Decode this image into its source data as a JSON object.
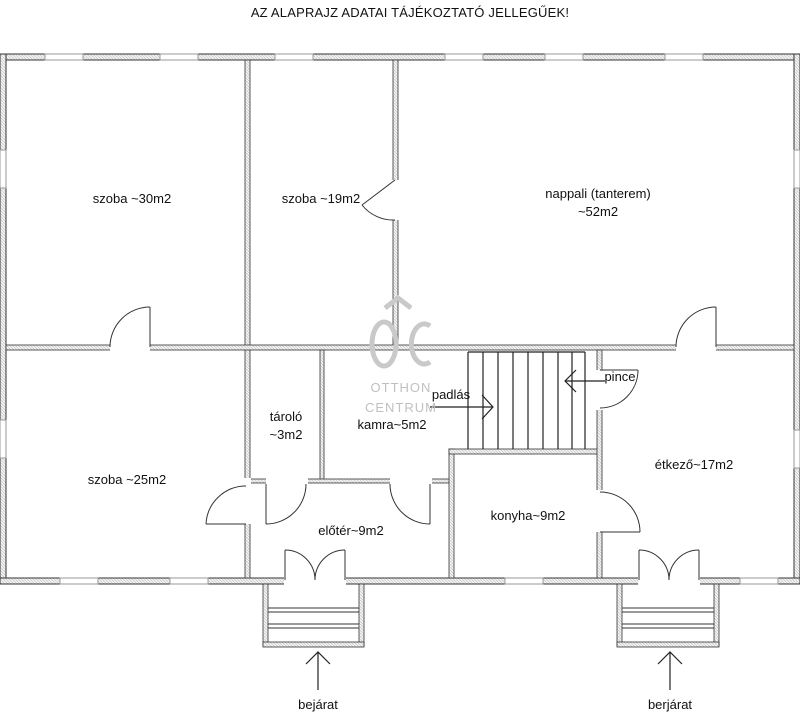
{
  "notice": "AZ ALAPRAJZ ADATAI TÁJÉKOZTATÓ JELLEGŰEK!",
  "watermark": {
    "logo_text": "ÔC",
    "line1": "OTTHON",
    "line2": "CENTRUM"
  },
  "rooms": {
    "szoba_30": "szoba ~30m2",
    "szoba_19": "szoba ~19m2",
    "nappali_line1": "nappali (tanterem)",
    "nappali_line2": "~52m2",
    "szoba_25": "szoba ~25m2",
    "tarolo_line1": "tároló",
    "tarolo_line2": "~3m2",
    "kamra": "kamra~5m2",
    "padlas": "padlás",
    "pince": "pince",
    "etkezo": "étkező~17m2",
    "eloter": "előtér~9m2",
    "konyha": "konyha~9m2"
  },
  "entrances": {
    "left": "bejárat",
    "right": "berjárat"
  }
}
